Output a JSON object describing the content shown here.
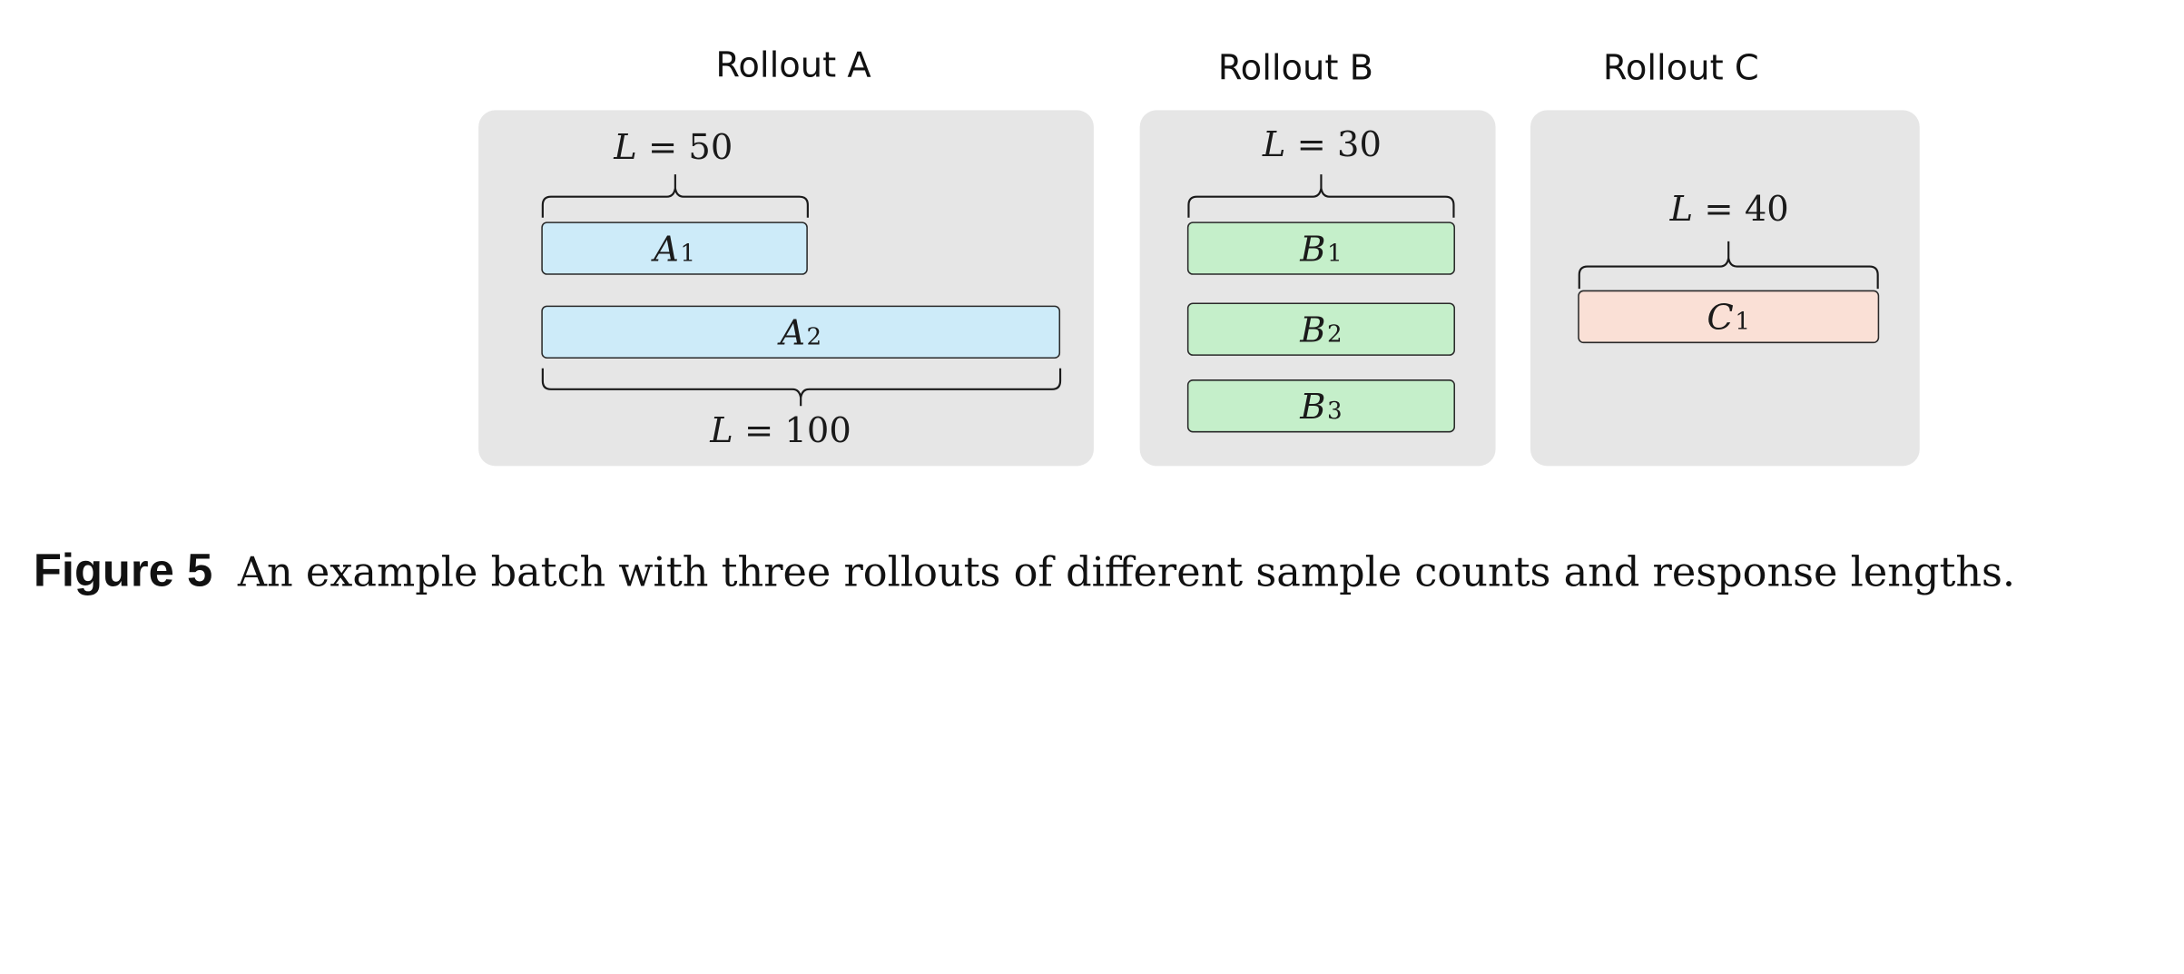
{
  "rollouts": [
    {
      "title": "Rollout A",
      "samples": [
        {
          "name": "A",
          "index": "1",
          "length_label": "L = 50",
          "length_value": "50"
        },
        {
          "name": "A",
          "index": "2",
          "length_label": "L = 100",
          "length_value": "100"
        }
      ]
    },
    {
      "title": "Rollout B",
      "length_label": "L = 30",
      "length_value": "30",
      "samples": [
        {
          "name": "B",
          "index": "1"
        },
        {
          "name": "B",
          "index": "2"
        },
        {
          "name": "B",
          "index": "3"
        }
      ]
    },
    {
      "title": "Rollout C",
      "samples": [
        {
          "name": "C",
          "index": "1",
          "length_label": "L = 40",
          "length_value": "40"
        }
      ]
    }
  ],
  "caption": {
    "label": "Figure 5",
    "text": "An example batch with three rollouts of different sample counts and response lengths."
  },
  "colors": {
    "panel_background": "#e6e6e6",
    "rollout_a_fill": "#cdebf9",
    "rollout_b_fill": "#c5efca",
    "rollout_c_fill": "#fae0d6"
  }
}
